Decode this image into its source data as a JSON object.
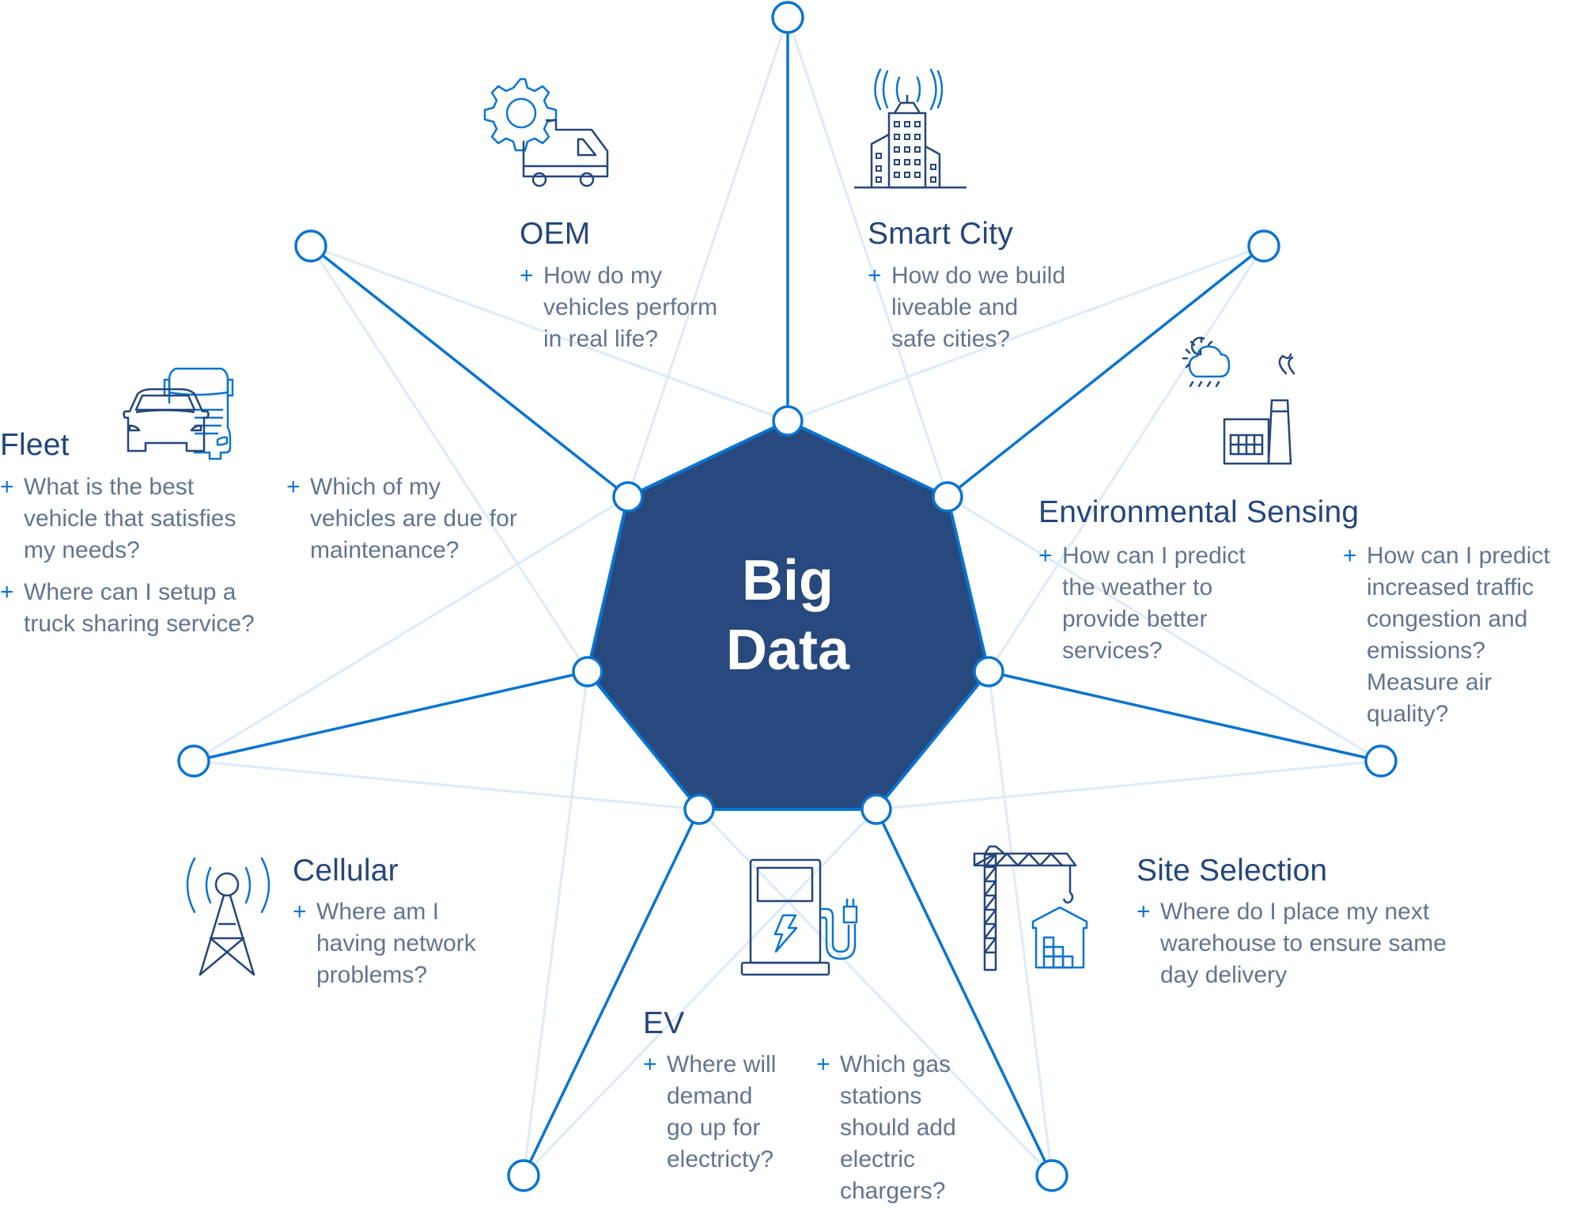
{
  "hub": {
    "line1": "Big",
    "line2": "Data"
  },
  "colors": {
    "hub_fill": "#27497d",
    "accent_blue": "#0a74d0",
    "light_line": "#dcebfa",
    "title_navy": "#24467a",
    "body_gray": "#617590",
    "icon_navy": "#24467a"
  },
  "segments": {
    "oem": {
      "title": "OEM",
      "icon": "gear-van-icon",
      "questions": [
        "How do my\nvehicles perform\nin real life?"
      ]
    },
    "smart_city": {
      "title": "Smart City",
      "icon": "smart-building-icon",
      "questions": [
        "How do we build\nliveable and\nsafe cities?"
      ]
    },
    "fleet": {
      "title": "Fleet",
      "icon": "car-truck-icon",
      "questions": [
        "What is the best\nvehicle that satisfies\nmy needs?",
        "Where can I setup a\ntruck sharing service?",
        "Which of my\nvehicles are due for\nmaintenance?"
      ]
    },
    "environmental_sensing": {
      "title": "Environmental Sensing",
      "icon": "weather-factory-icon",
      "questions": [
        "How can I predict\nthe weather to\nprovide better\nservices?",
        "How can I predict\nincreased traffic\ncongestion and\nemissions?\nMeasure air\nquality?"
      ]
    },
    "cellular": {
      "title": "Cellular",
      "icon": "cell-tower-icon",
      "questions": [
        "Where am I\nhaving network\nproblems?"
      ]
    },
    "site_selection": {
      "title": "Site Selection",
      "icon": "crane-warehouse-icon",
      "questions": [
        "Where do I place my next\nwarehouse to ensure same\nday delivery"
      ]
    },
    "ev": {
      "title": "EV",
      "icon": "ev-charger-icon",
      "questions": [
        "Where will\ndemand\ngo up for\nelectricty?",
        "Which gas\nstations\nshould add\nelectric\nchargers?"
      ]
    }
  },
  "bullet_symbol": "+"
}
